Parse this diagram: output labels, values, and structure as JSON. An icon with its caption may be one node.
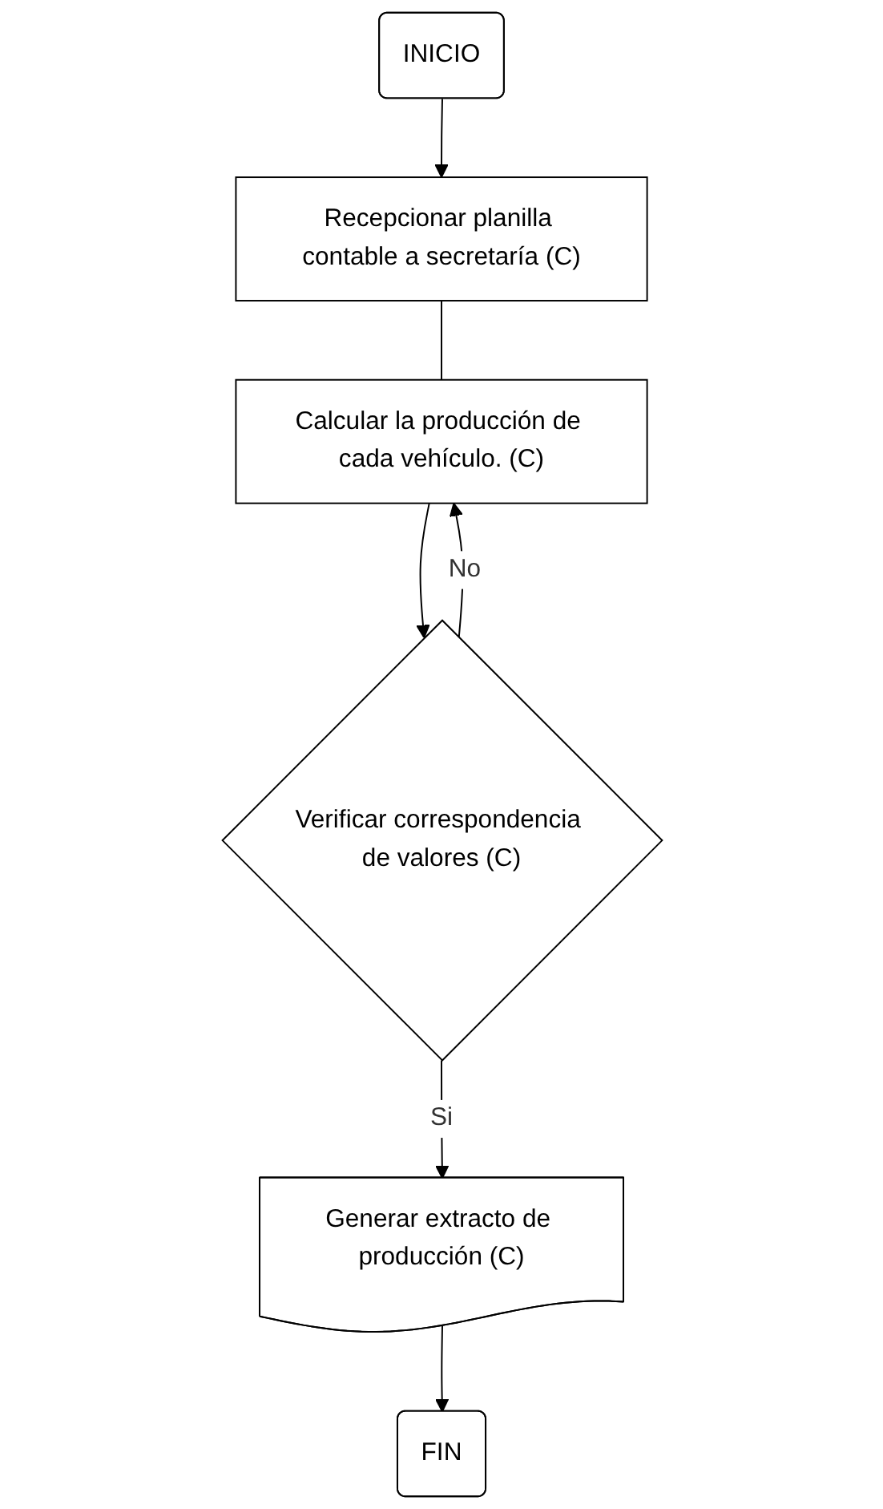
{
  "diagram": {
    "nodes": [
      {
        "text": [
          "INICIO"
        ]
      },
      {
        "text": [
          "Recepcionar planilla contable a secretaría (C)"
        ]
      },
      {
        "text": [
          "Calcular la producción de cada vehículo. (C)"
        ]
      },
      {
        "text": [
          "Verificar correspondencia de valores (C)"
        ]
      },
      {
        "text": [
          "Generar extracto de producción (C)"
        ]
      },
      {
        "text": [
          "FIN"
        ]
      }
    ],
    "edges": [
      {
        "from": 0,
        "to": 1,
        "arrow": "to"
      },
      {
        "from": 1,
        "to": 2,
        "arrow": "none"
      },
      {
        "from": 2,
        "to": 3,
        "arrow": "to"
      },
      {
        "from": 3,
        "to": 2,
        "arrow": "to",
        "label": "No"
      },
      {
        "from": 3,
        "to": 4,
        "arrow": "to",
        "label": "Si"
      },
      {
        "from": 4,
        "to": 5,
        "arrow": "to"
      }
    ]
  }
}
